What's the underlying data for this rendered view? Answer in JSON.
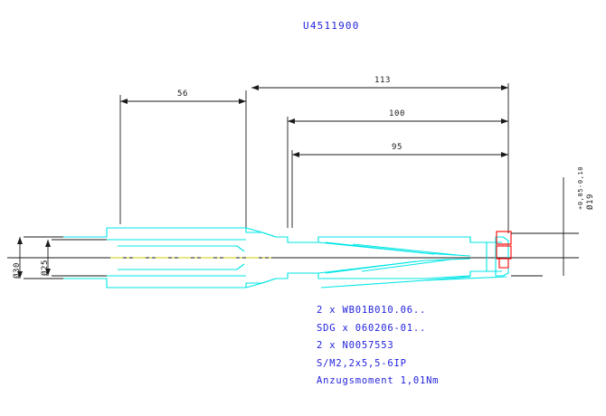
{
  "drawing": {
    "title": "U4511900",
    "title_color": "#2222dd",
    "line_color_body": "#00e5e5",
    "line_color_dim": "#1a1a1a",
    "line_color_insert": "#ff0000",
    "line_color_axis": "#cccc00"
  },
  "dimensions": {
    "shank_length": "56",
    "overall_length": "113",
    "to_shoulder": "100",
    "flute_length": "95",
    "flange_dia": "Ø30",
    "shank_dia": "Ø25",
    "cutting_dia": "Ø19",
    "tol_upper": "+0,05",
    "tol_lower": "-0,10"
  },
  "notes": [
    "2 x WB01B010.06..",
    "SDG x 060206-01..",
    "2 x N0057553",
    "S/M2,2x5,5-6IP",
    "Anzugsmoment 1,01Nm"
  ]
}
